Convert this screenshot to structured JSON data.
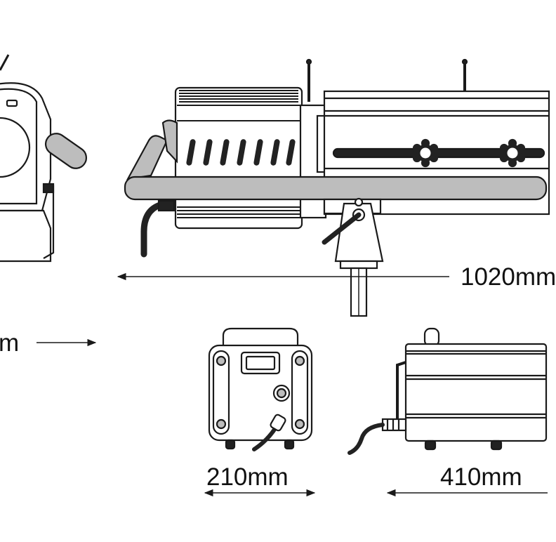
{
  "dimensions": {
    "length_label": "1020mm",
    "width_label_partial": "m",
    "ballast_width_label": "210mm",
    "ballast_length_label": "410mm"
  },
  "colors": {
    "stroke": "#1a1a1a",
    "fill_gray": "#bdbdbd",
    "fill_dark": "#222222",
    "background": "#ffffff"
  }
}
